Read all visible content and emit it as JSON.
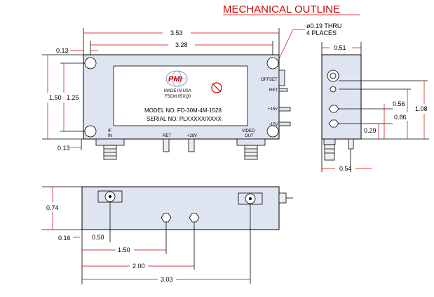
{
  "title": "MECHANICAL OUTLINE",
  "note": {
    "line1": "ø0.19 THRU",
    "line2": "4 PLACES"
  },
  "top_view": {
    "dims": {
      "overall_width": "3.53",
      "hole_spacing_x": "3.28",
      "hole_offset_x": "0.13",
      "overall_height": "1.50",
      "hole_spacing_y": "1.25",
      "hole_offset_y": "0.13"
    },
    "logo": "PMI",
    "made_in": "MADE IN USA",
    "fscm": "FSCM 05XQ0",
    "model": "MODEL NO: FD-30M-4M-1528",
    "serial": "SERIAL NO: PLXXXXX/XXXX",
    "ports": {
      "if_in_1": "IF",
      "if_in_2": "IN",
      "ret": "RET",
      "plus28": "+28V",
      "video_out_1": "VIDEO",
      "video_out_2": "OUT",
      "offset": "OFFSET",
      "ret_side": "RET",
      "plus15": "+15V",
      "minus15": "-15V"
    }
  },
  "side_view": {
    "dims": {
      "d051": "0.51",
      "d056": "0.56",
      "d108": "1.08",
      "d086": "0.86",
      "d029": "0.29",
      "d054": "0.54"
    }
  },
  "bottom_view": {
    "dims": {
      "d074": "0.74",
      "d016": "0.16",
      "d050": "0.50",
      "d150": "1.50",
      "d200": "2.00",
      "d303": "3.03"
    }
  }
}
